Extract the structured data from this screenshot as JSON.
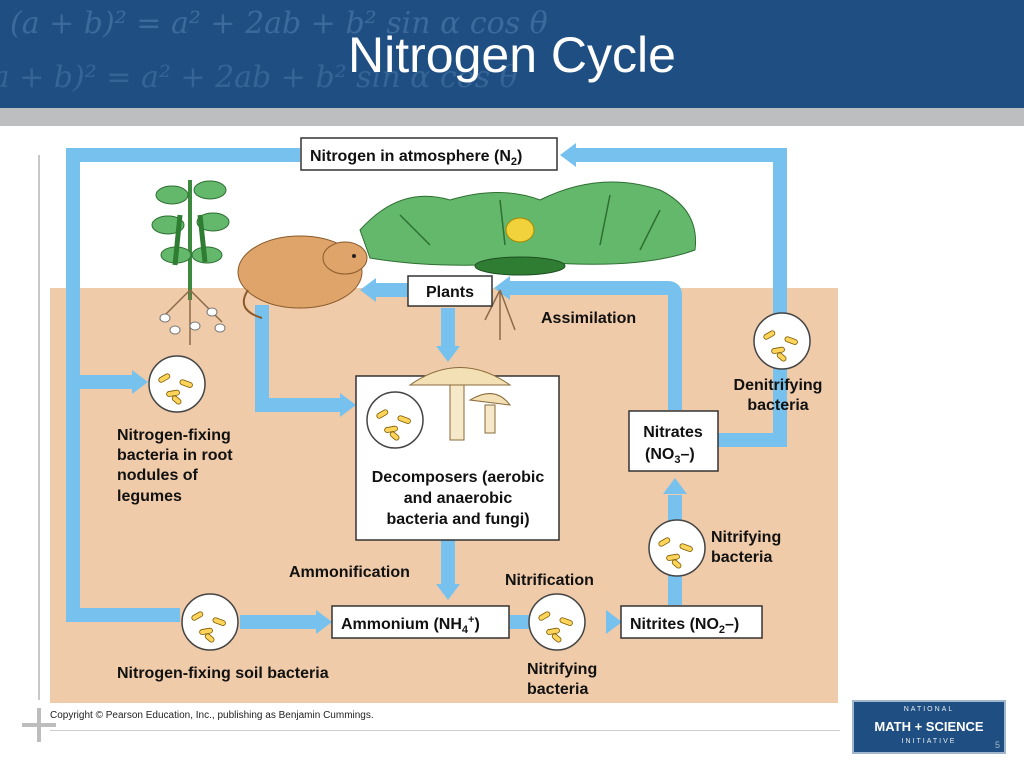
{
  "title": "Nitrogen Cycle",
  "background_formula": "(a + b)² = a² + 2ab + b²   sin α   cos θ",
  "colors": {
    "header": "#1f4f82",
    "soil": "#efcba9",
    "arrow": "#76c1ee",
    "leaf": "#63b86c",
    "mole": "#dea46a"
  },
  "diagram": {
    "atmosphere_label": "Nitrogen in atmosphere (N",
    "atmosphere_sub": "2",
    "atmosphere_close": ")",
    "plants_label": "Plants",
    "assimilation_label": "Assimilation",
    "denitrifying_line1": "Denitrifying",
    "denitrifying_line2": "bacteria",
    "nitrates_line1": "Nitrates",
    "nitrates_line2_pre": "(NO",
    "nitrates_line2_sub": "3",
    "nitrates_line2_post": "–)",
    "nitrifying_right_line1": "Nitrifying",
    "nitrifying_right_line2": "bacteria",
    "fixing_root_line1": "Nitrogen-fixing",
    "fixing_root_line2": "bacteria in root",
    "fixing_root_line3": "nodules of",
    "fixing_root_line4": "legumes",
    "decomposers_line1": "Decomposers (aerobic",
    "decomposers_line2": "and anaerobic",
    "decomposers_line3": "bacteria and fungi)",
    "ammonification_label": "Ammonification",
    "nitrification_label": "Nitrification",
    "ammonium_pre": "Ammonium (NH",
    "ammonium_sub": "4",
    "ammonium_sup": "+",
    "ammonium_post": ")",
    "nitrites_pre": "Nitrites (NO",
    "nitrites_sub": "2",
    "nitrites_post": "–)",
    "fixing_soil_label": "Nitrogen-fixing soil bacteria",
    "nitrifying_bottom_line1": "Nitrifying",
    "nitrifying_bottom_line2": "bacteria"
  },
  "copyright": "Copyright © Pearson Education, Inc., publishing as Benjamin Cummings.",
  "logo": {
    "top": "NATIONAL",
    "middle": "MATH + SCIENCE",
    "bottom": "INITIATIVE"
  },
  "slide_number": "5"
}
